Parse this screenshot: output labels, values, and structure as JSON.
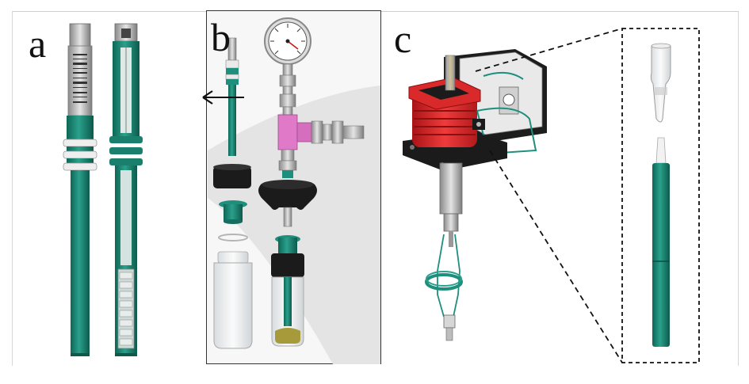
{
  "panels": {
    "a": {
      "label": "a"
    },
    "b": {
      "label": "b"
    },
    "c": {
      "label": "c"
    }
  },
  "colors": {
    "teal": "#1e8f7c",
    "teal_dark": "#12705f",
    "red": "#d9292b",
    "black": "#1b1b1b",
    "silver": "#b9b9b9",
    "pink": "#e07ac8",
    "sample": "#a79a3a"
  }
}
